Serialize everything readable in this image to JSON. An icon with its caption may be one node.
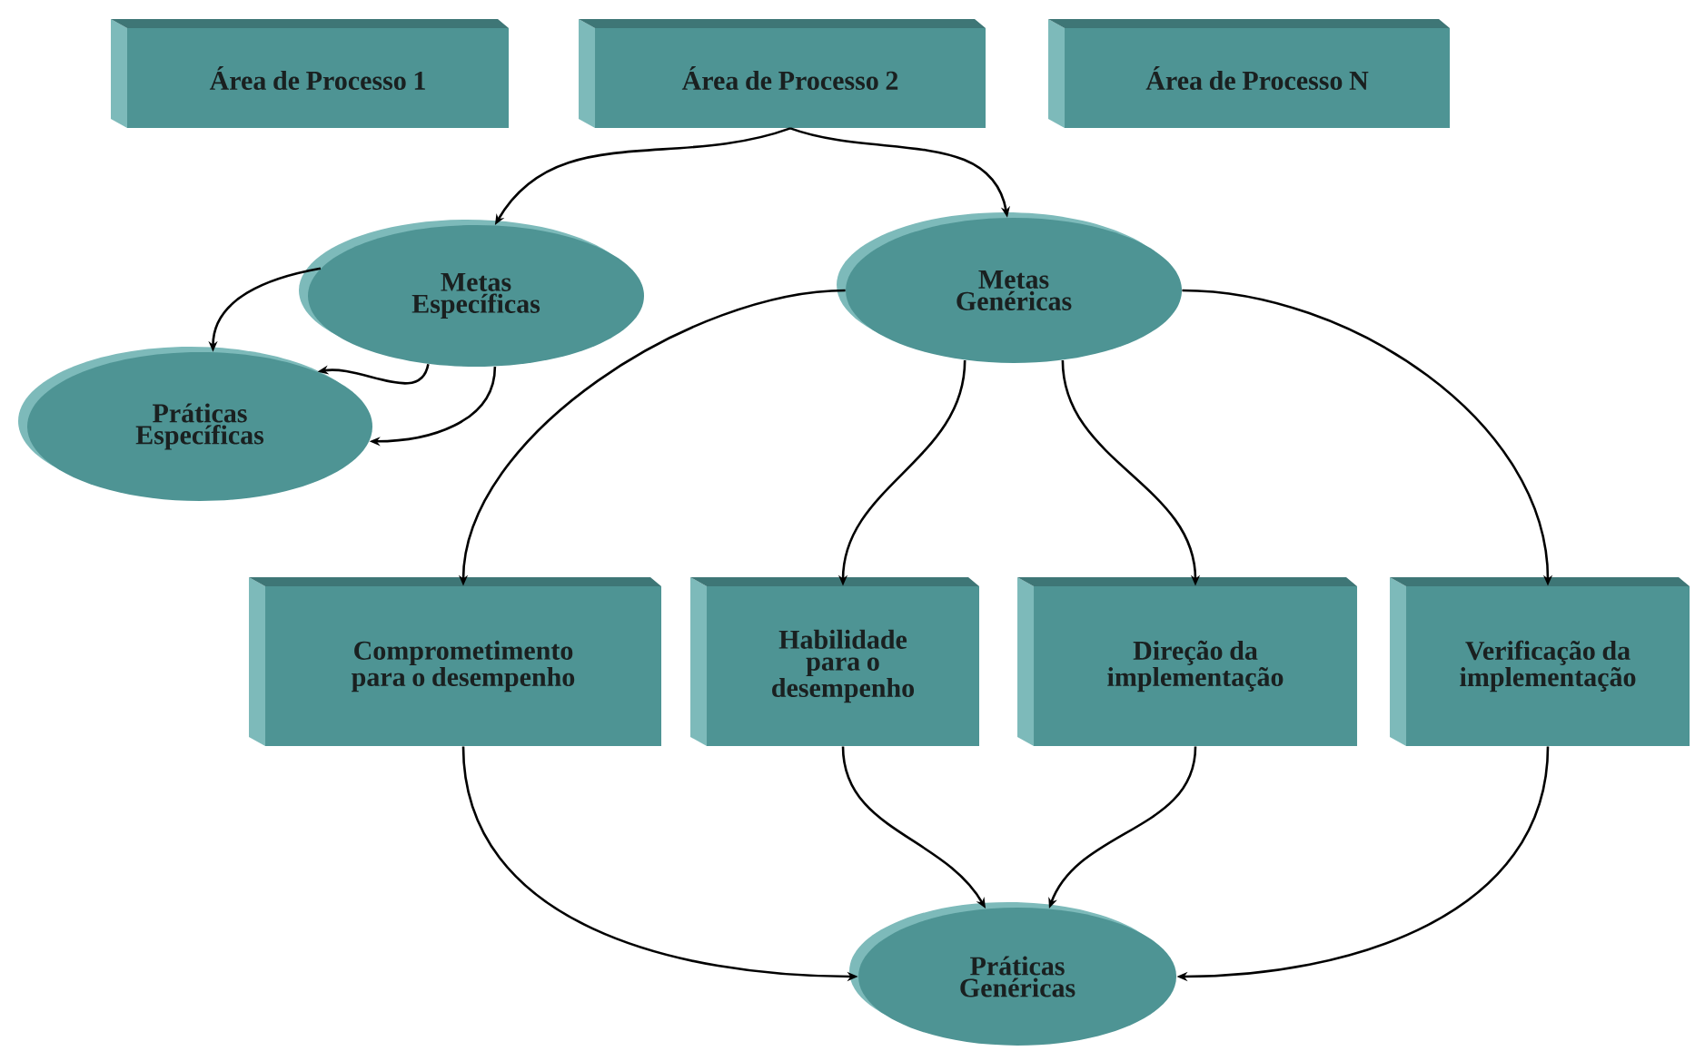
{
  "diagram": {
    "nodes": [
      {
        "text": [
          "Área de Processo 1"
        ]
      },
      {
        "text": [
          "Área de Processo 2"
        ]
      },
      {
        "text": [
          "Área de Processo N"
        ]
      },
      {
        "text": [
          "Metas Específicas"
        ]
      },
      {
        "text": [
          "Práticas Específicas"
        ]
      },
      {
        "text": [
          "Metas Genéricas"
        ]
      },
      {
        "text": [
          "Comprometimento para o desempenho"
        ]
      },
      {
        "text": [
          "Habilidade para o desempenho"
        ]
      },
      {
        "text": [
          "Direção da implementação"
        ]
      },
      {
        "text": [
          "Verificação da implementação"
        ]
      },
      {
        "text": [
          "Práticas Genéricas"
        ]
      }
    ],
    "edges": [
      {
        "from": 1,
        "to": 3,
        "arrow": "to"
      },
      {
        "from": 1,
        "to": 5,
        "arrow": "to"
      },
      {
        "from": 3,
        "to": 4,
        "arrow": "to"
      },
      {
        "from": 3,
        "to": 4,
        "arrow": "to"
      },
      {
        "from": 3,
        "to": 4,
        "arrow": "to"
      },
      {
        "from": 5,
        "to": 6,
        "arrow": "to"
      },
      {
        "from": 5,
        "to": 7,
        "arrow": "to"
      },
      {
        "from": 5,
        "to": 8,
        "arrow": "to"
      },
      {
        "from": 5,
        "to": 9,
        "arrow": "to"
      },
      {
        "from": 6,
        "to": 10,
        "arrow": "to"
      },
      {
        "from": 7,
        "to": 10,
        "arrow": "to"
      },
      {
        "from": 8,
        "to": 10,
        "arrow": "to"
      },
      {
        "from": 9,
        "to": 10,
        "arrow": "to"
      }
    ]
  }
}
